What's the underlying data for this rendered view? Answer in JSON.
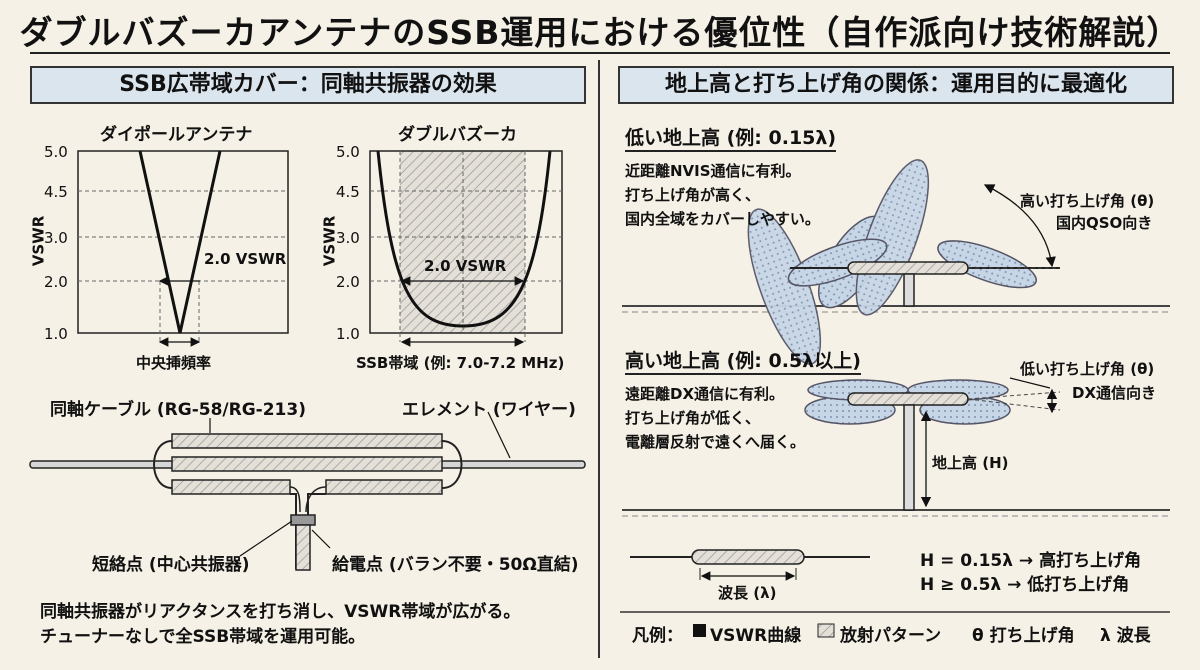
{
  "title": "ダブルバズーカアンテナのSSB運用における優位性（自作派向け技術解説）",
  "left": {
    "banner": "SSB広帯域カバー：同軸共振器の効果",
    "dipole": {
      "title": "ダイポールアンテナ",
      "ylabel": "VSWR",
      "ticks": [
        "5.0",
        "4.5",
        "3.0",
        "2.0",
        "1.0"
      ],
      "bw_label": "2.0 VSWR",
      "x_label": "中央挿頻率"
    },
    "bazooka": {
      "title": "ダブルバズーカ",
      "ylabel": "VSWR",
      "ticks": [
        "5.0",
        "4.5",
        "3.0",
        "2.0",
        "1.0"
      ],
      "bw_label": "2.0 VSWR",
      "x_label": "SSB帯域 (例: 7.0-7.2 MHz)"
    },
    "coax_label": "同軸ケーブル (RG-58/RG-213)",
    "element_label": "エレメント (ワイヤー)",
    "short_label": "短絡点 (中心共振器)",
    "feed_label": "給電点 (バラン不要・50Ω直結)",
    "summary": [
      "同軸共振器がリアクタンスを打ち消し、VSWR帯域が広がる。",
      "チューナーなしで全SSB帯域を運用可能。"
    ]
  },
  "right": {
    "banner": "地上高と打ち上げ角の関係：運用目的に最適化",
    "low": {
      "heading": "低い地上高 (例: 0.15λ)",
      "desc": [
        "近距離NVIS通信に有利。",
        "打ち上げ角が高く、",
        "国内全域をカバーしやすい。"
      ],
      "angle": [
        "高い打ち上げ角 (θ)",
        "国内QSO向き"
      ]
    },
    "high": {
      "heading": "高い地上高 (例: 0.5λ以上)",
      "desc": [
        "遠距離DX通信に有利。",
        "打ち上げ角が低く、",
        "電離層反射で遠くへ届く。"
      ],
      "angle": [
        "低い打ち上げ角 (θ)",
        "DX通信向き"
      ],
      "height_label": "地上高 (H)"
    },
    "wavelength_label": "波長 (λ)",
    "formulas": [
      "H = 0.15λ → 高打ち上げ角",
      "H ≥ 0.5λ  → 低打ち上げ角"
    ],
    "legend": {
      "prefix": "凡例：",
      "items": [
        "VSWR曲線",
        "放射パターン",
        "θ 打ち上げ角",
        "λ 波長"
      ]
    }
  }
}
